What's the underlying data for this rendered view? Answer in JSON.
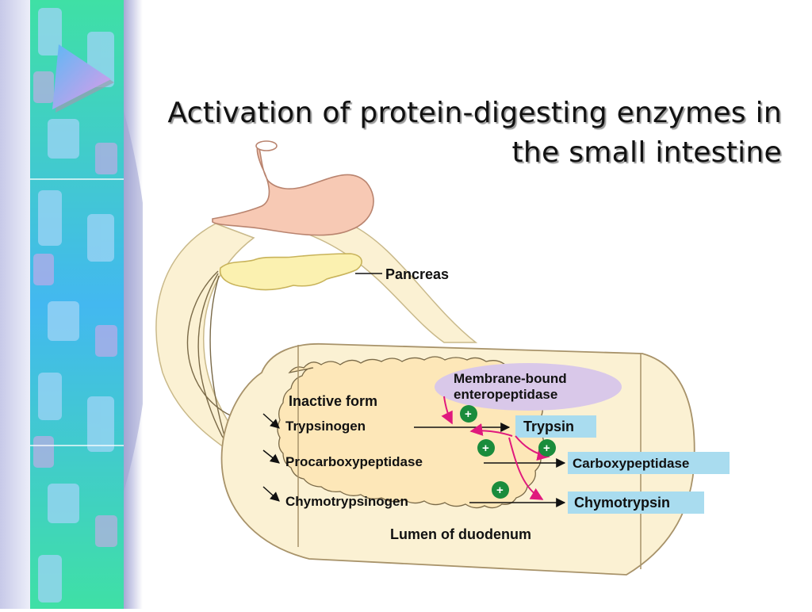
{
  "title": {
    "line1": "Activation of protein-digesting enzymes in",
    "line2": "the small intestine"
  },
  "diagram": {
    "pancreas_label": "Pancreas",
    "membrane_label_line1": "Membrane-bound",
    "membrane_label_line2": "enteropeptidase",
    "inactive_form_label": "Inactive form",
    "zymogens": [
      "Trypsinogen",
      "Procarboxypeptidase",
      "Chymotrypsinogen"
    ],
    "active_enzymes": [
      "Trypsin",
      "Carboxypeptidase",
      "Chymotrypsin"
    ],
    "lumen_label": "Lumen of duodenum",
    "activation_symbol": "+"
  },
  "colors": {
    "stomach": "#f7c9b4",
    "pancreas": "#fbf1b0",
    "duodenum_fill": "#fde7b8",
    "duct": "#fbf1d3",
    "membrane_bubble": "#d9c8e9",
    "enzyme_box": "#a9dcef",
    "activation_arrow": "#e0197d",
    "plus_badge": "#1a8c3c"
  },
  "icons": [
    "play-triangle-icon"
  ]
}
